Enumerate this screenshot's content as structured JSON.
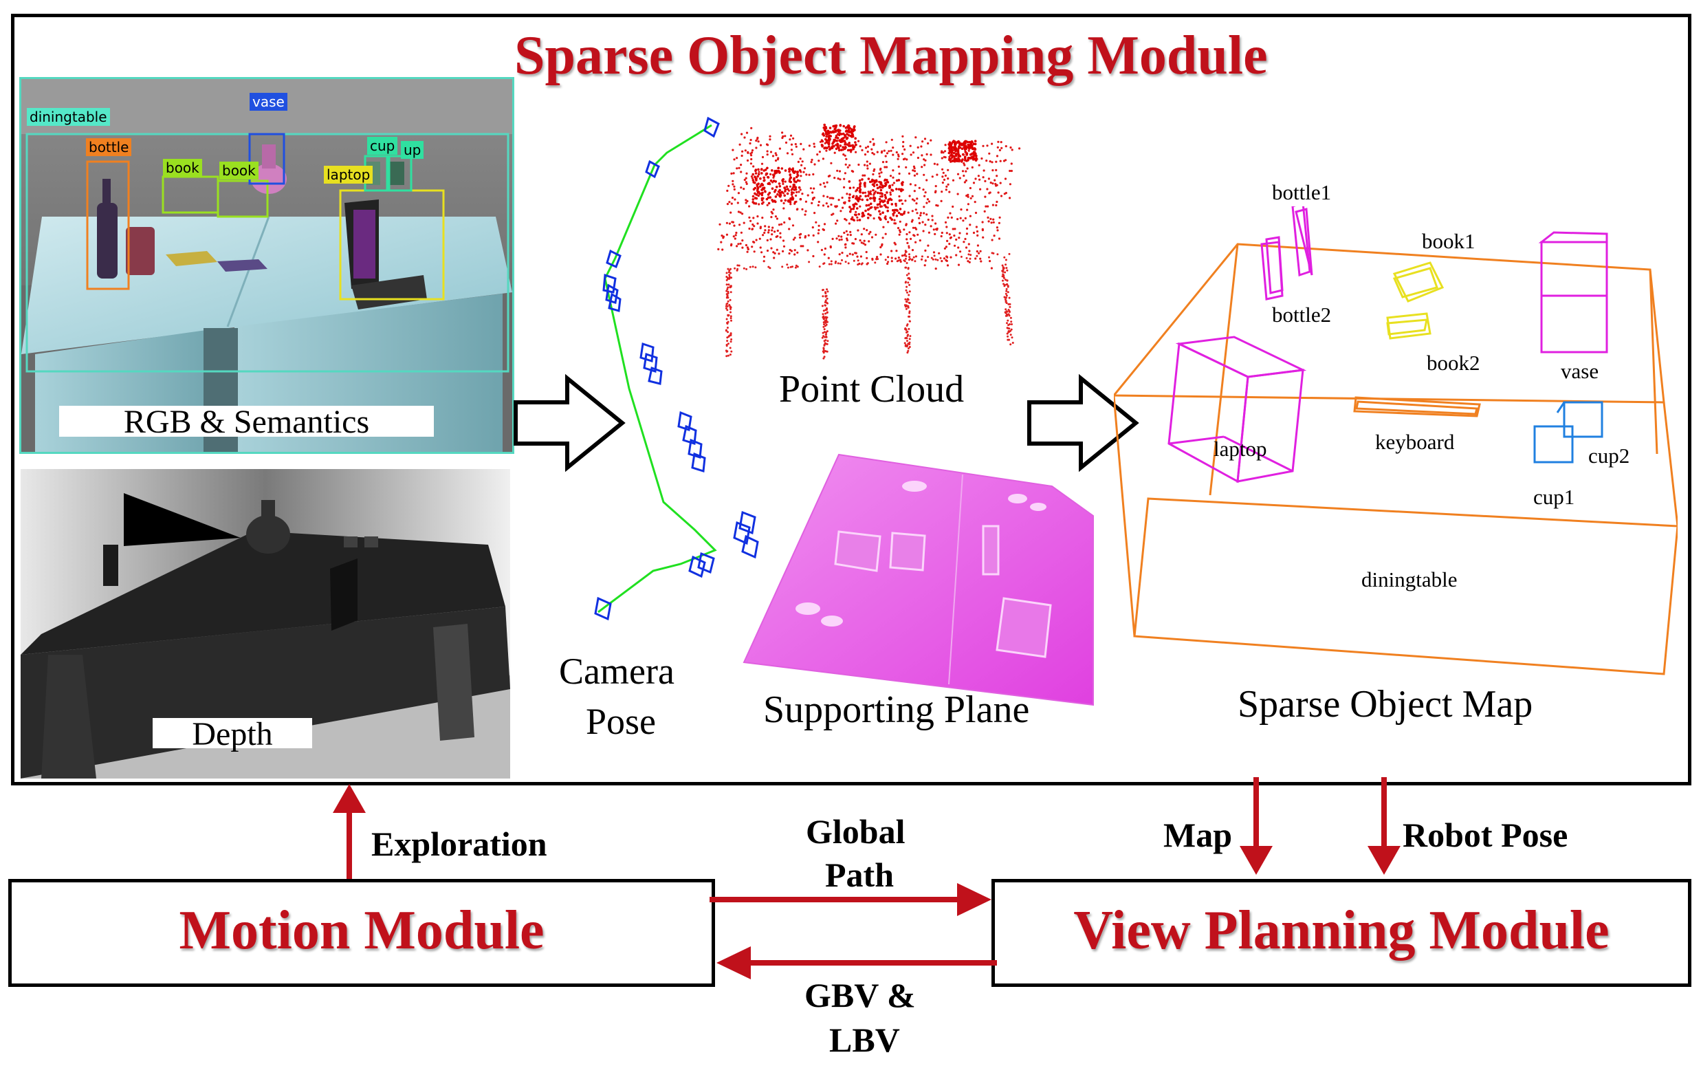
{
  "mapping_module": {
    "title": "Sparse Object Mapping Module",
    "rgb_caption": "RGB & Semantics",
    "depth_caption": "Depth",
    "camera_caption_line1": "Camera",
    "camera_caption_line2": "Pose",
    "point_cloud_caption": "Point Cloud",
    "supporting_plane_caption": "Supporting Plane",
    "object_map_caption": "Sparse Object Map",
    "detections": [
      "diningtable",
      "vase",
      "bottle",
      "book",
      "book",
      "laptop",
      "cup",
      "up"
    ],
    "map_objects": [
      "bottle1",
      "bottle2",
      "book1",
      "book2",
      "vase",
      "laptop",
      "keyboard",
      "cup2",
      "cup1",
      "diningtable"
    ]
  },
  "motion_module": {
    "title": "Motion Module"
  },
  "view_planning_module": {
    "title": "View Planning Module"
  },
  "edges": {
    "exploration": "Exploration",
    "global_path_line1": "Global",
    "global_path_line2": "Path",
    "gbv_line1": "GBV &",
    "gbv_line2": "LBV",
    "map": "Map",
    "robot_pose": "Robot Pose"
  },
  "colors": {
    "arrow_red": "#c0111b",
    "title_red": "#c0111b",
    "bbox_magenta": "#e020e0",
    "bbox_orange": "#f08020",
    "bbox_yellow": "#e8e020",
    "bbox_blue": "#2080e0",
    "camera_blue": "#1030e0",
    "trajectory_green": "#20e020"
  }
}
